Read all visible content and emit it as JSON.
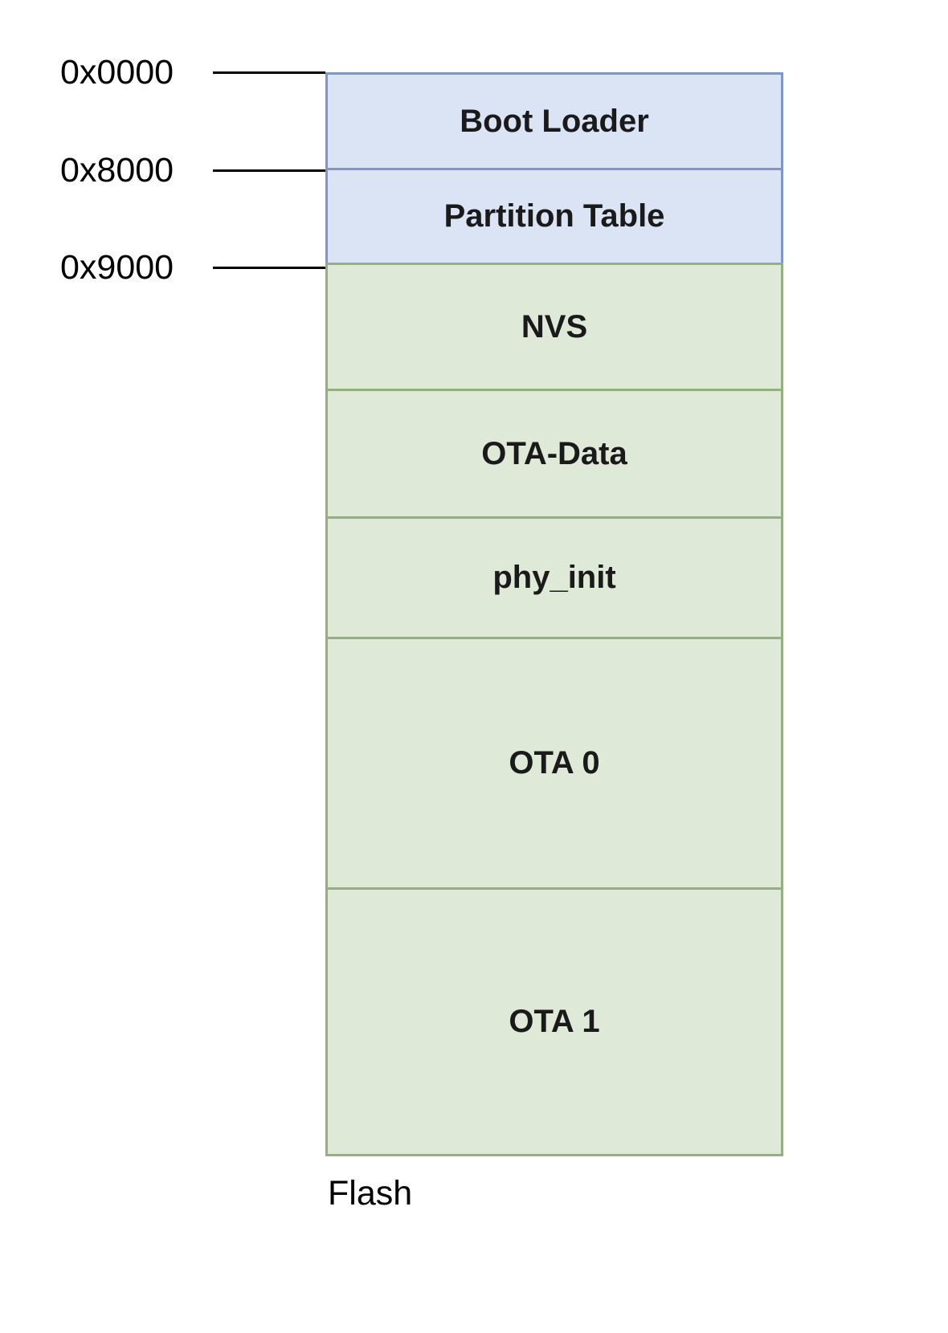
{
  "diagram": {
    "caption": "Flash",
    "addresses": [
      {
        "label": "0x0000"
      },
      {
        "label": "0x8000"
      },
      {
        "label": "0x9000"
      }
    ],
    "partitions": [
      {
        "label": "Boot Loader",
        "type": "blue"
      },
      {
        "label": "Partition Table",
        "type": "blue"
      },
      {
        "label": "NVS",
        "type": "green"
      },
      {
        "label": "OTA-Data",
        "type": "green"
      },
      {
        "label": "phy_init",
        "type": "green"
      },
      {
        "label": "OTA 0",
        "type": "green"
      },
      {
        "label": "OTA 1",
        "type": "green"
      }
    ],
    "colors": {
      "blue_fill": "#dbe4f4",
      "blue_border": "#7e97c6",
      "green_fill": "#dee9d7",
      "green_border": "#95b07f"
    }
  }
}
